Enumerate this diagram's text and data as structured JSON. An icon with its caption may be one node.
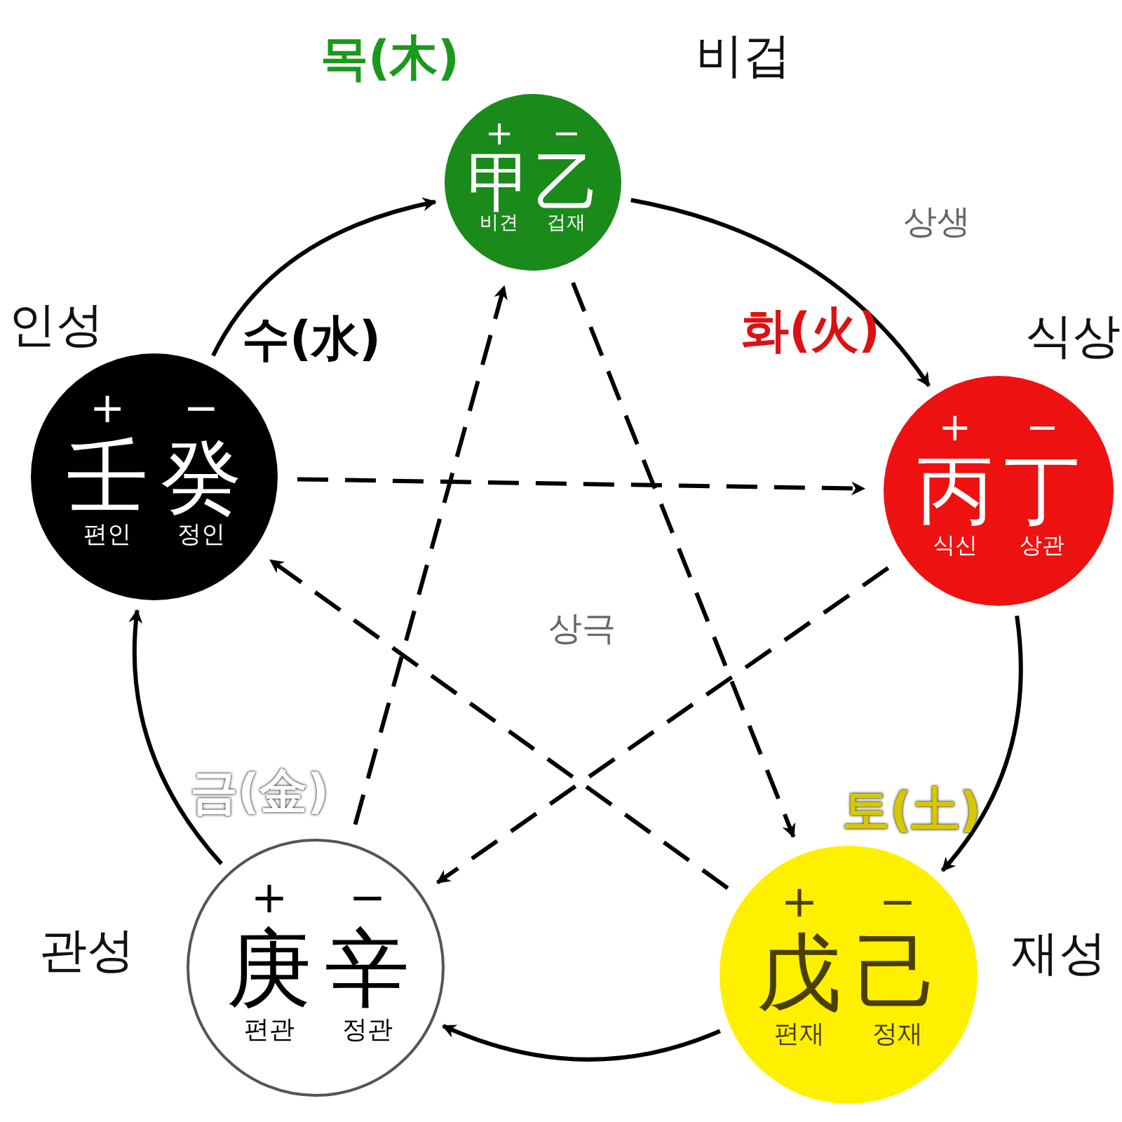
{
  "diagram": {
    "nodes": [
      {
        "text": [
          "+",
          "−",
          "甲",
          "乙",
          "비견",
          "겁재"
        ],
        "beside": [
          "목(木)",
          "비겁"
        ]
      },
      {
        "text": [
          "+",
          "−",
          "丙",
          "丁",
          "식신",
          "상관"
        ],
        "beside": [
          "화(火)",
          "식상"
        ]
      },
      {
        "text": [
          "+",
          "−",
          "戊",
          "己",
          "편재",
          "정재"
        ],
        "beside": [
          "토(土)",
          "재성"
        ]
      },
      {
        "text": [
          "+",
          "−",
          "庚",
          "辛",
          "편관",
          "정관"
        ],
        "beside": [
          "금(金)",
          "관성"
        ]
      },
      {
        "text": [
          "+",
          "−",
          "壬",
          "癸",
          "편인",
          "정인"
        ],
        "beside": [
          "수(水)",
          "인성"
        ]
      }
    ],
    "edges": [
      {
        "from": 0,
        "to": 1,
        "arrow": "to"
      },
      {
        "from": 1,
        "to": 2,
        "arrow": "to"
      },
      {
        "from": 2,
        "to": 3,
        "arrow": "to"
      },
      {
        "from": 3,
        "to": 4,
        "arrow": "to"
      },
      {
        "from": 4,
        "to": 0,
        "arrow": "to"
      },
      {
        "from": 0,
        "to": 2,
        "arrow": "to",
        "style": "dashed"
      },
      {
        "from": 2,
        "to": 4,
        "arrow": "to",
        "style": "dashed"
      },
      {
        "from": 4,
        "to": 1,
        "arrow": "to",
        "style": "dashed"
      },
      {
        "from": 1,
        "to": 3,
        "arrow": "to",
        "style": "dashed"
      },
      {
        "from": 3,
        "to": 0,
        "arrow": "to",
        "style": "dashed"
      }
    ],
    "labels": [
      "상생",
      "상극"
    ]
  }
}
